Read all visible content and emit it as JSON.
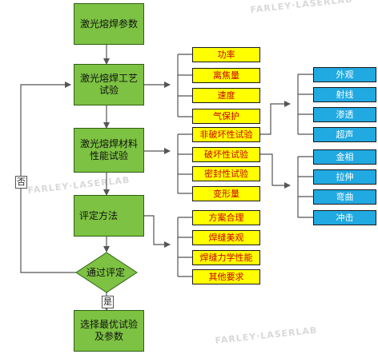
{
  "watermark_text": "FARLEY·LASERLAB",
  "flow": {
    "step1": "激光熔焊参数",
    "step2": "激光熔焊工艺试验",
    "step3": "激光熔焊材料性能试验",
    "step4": "评定方法",
    "decision": "通过评定",
    "step5": "选择最优试验及参数",
    "no_label": "否",
    "yes_label": "是"
  },
  "process_params": [
    "功率",
    "离焦量",
    "速度",
    "气保护"
  ],
  "material_tests": [
    "非破坏性试验",
    "破坏性试验",
    "密封性试验",
    "变形量"
  ],
  "nondestructive_tests": [
    "外观",
    "射线",
    "渗透",
    "超声"
  ],
  "destructive_tests": [
    "金相",
    "拉伸",
    "弯曲",
    "冲击"
  ],
  "evaluation_criteria": [
    "方案合理",
    "焊缝美观",
    "焊缝力学性能",
    "其他要求"
  ],
  "colors": {
    "flow_box": "#7dc242",
    "criteria_box": "#ffff00",
    "criteria_text": "#cc0000",
    "test_box": "#21a9e1",
    "test_text": "#ffffff"
  }
}
